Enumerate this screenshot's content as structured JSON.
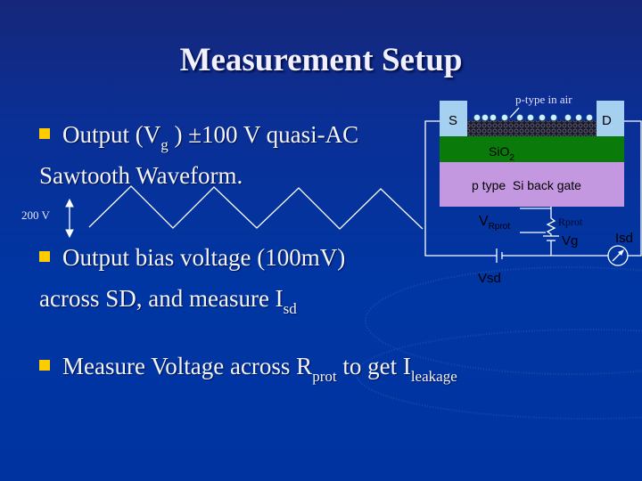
{
  "title": "Measurement Setup",
  "bullets": [
    {
      "pre": "Output (V",
      "sub": "g",
      "post": " ) ±100 V quasi-AC",
      "line2": "Sawtooth Waveform."
    },
    {
      "text": "Output bias voltage (100mV)",
      "line2_pre": "across SD, and measure I",
      "line2_sub": "sd"
    },
    {
      "pre": "Measure Voltage across R",
      "sub1": "prot",
      "mid": " to get I",
      "sub2": "leakage"
    }
  ],
  "waveform": {
    "amplitude_label": "200 V"
  },
  "diagram": {
    "annotation": "p-type in air",
    "source": "S",
    "drain": "D",
    "oxide": "SiO",
    "oxide_sub": "2",
    "gate": "p type  Si back gate",
    "v_rprot": "V",
    "v_rprot_sub": "Rprot",
    "rprot": "Rprot",
    "vg": "Vg",
    "isd": "Isd",
    "vsd": "Vsd"
  },
  "colors": {
    "bullet": "#ffcc00",
    "contact": "#a6d0f0",
    "oxide": "#0a7a0a",
    "gate": "#c498e0"
  }
}
